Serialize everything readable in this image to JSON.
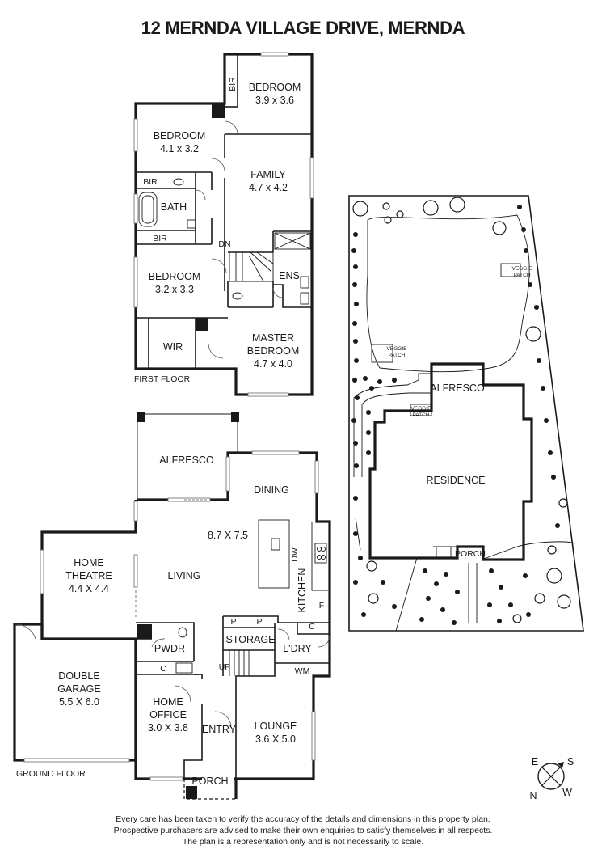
{
  "title": "12 MERNDA VILLAGE DRIVE, MERNDA",
  "first_floor": {
    "floor_label": "FIRST FLOOR",
    "rooms": {
      "bedroom1_name": "BEDROOM",
      "bedroom1_size": "3.9 x 3.6",
      "bedroom2_name": "BEDROOM",
      "bedroom2_size": "4.1 x 3.2",
      "family_name": "FAMILY",
      "family_size": "4.7 x 4.2",
      "bedroom3_name": "BEDROOM",
      "bedroom3_size": "3.2 x 3.3",
      "master_name": "MASTER",
      "master_name2": "BEDROOM",
      "master_size": "4.7 x 4.0",
      "bath": "BATH",
      "ens": "ENS",
      "wir": "WIR",
      "bir_top": "BIR",
      "bir_mid": "BIR",
      "bir_low": "BIR",
      "dn": "DN"
    }
  },
  "ground_floor": {
    "floor_label": "GROUND FLOOR",
    "rooms": {
      "alfresco": "ALFRESCO",
      "dining": "DINING",
      "living_size": "8.7 X 7.5",
      "living": "LIVING",
      "kitchen": "KITCHEN",
      "dw": "DW",
      "f": "F",
      "home_theatre_name": "HOME",
      "home_theatre_name2": "THEATRE",
      "home_theatre_size": "4.4 X 4.4",
      "double_garage_name": "DOUBLE",
      "double_garage_name2": "GARAGE",
      "double_garage_size": "5.5 X 6.0",
      "pwdr": "PWDR",
      "c1": "C",
      "c2": "C",
      "p1": "P",
      "p2": "P",
      "storage": "STORAGE",
      "ldry": "L'DRY",
      "wm": "WM",
      "up": "UP",
      "home_office_name": "HOME",
      "home_office_name2": "OFFICE",
      "home_office_size": "3.0 X 3.8",
      "entry": "ENTRY",
      "lounge_name": "LOUNGE",
      "lounge_size": "3.6 X 5.0",
      "porch": "PORCH"
    }
  },
  "site_plan": {
    "veggie1": "VEGGIE",
    "veggie1b": "PATCH",
    "veggie2": "VEGGIE",
    "veggie2b": "PATCH",
    "veggie3": "VEGGIE",
    "veggie3b": "PATCH",
    "alfresco": "ALFRESCO",
    "residence": "RESIDENCE",
    "porch": "PORCH"
  },
  "compass": {
    "e": "E",
    "s": "S",
    "n": "N",
    "w": "W"
  },
  "disclaimer": [
    "Every care has been taken to verify the accuracy of the details and dimensions in this property plan.",
    "Prospective purchasers are advised to make their own enquiries to satisfy themselves in all respects.",
    "The plan is a representation only and is not necessarily to scale."
  ]
}
